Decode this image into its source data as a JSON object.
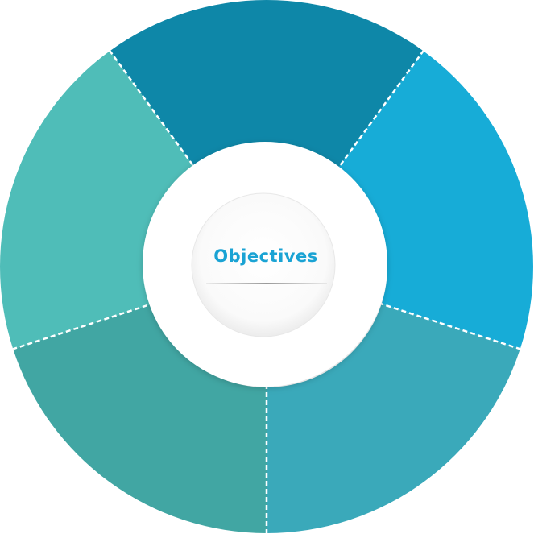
{
  "center": {
    "title": "Objectives"
  },
  "colors": {
    "title": "#1aa3d4",
    "segments": [
      "#0e87a8",
      "#17acd7",
      "#3aa9ba",
      "#41a6a3",
      "#4fbdb8"
    ],
    "divider": "#ffffff"
  },
  "segments": [
    {
      "name": "segment-top",
      "color": "#0e87a8"
    },
    {
      "name": "segment-right",
      "color": "#17acd7"
    },
    {
      "name": "segment-bottom-right",
      "color": "#3aa9ba"
    },
    {
      "name": "segment-bottom-left",
      "color": "#41a6a3"
    },
    {
      "name": "segment-left",
      "color": "#4fbdb8"
    }
  ]
}
